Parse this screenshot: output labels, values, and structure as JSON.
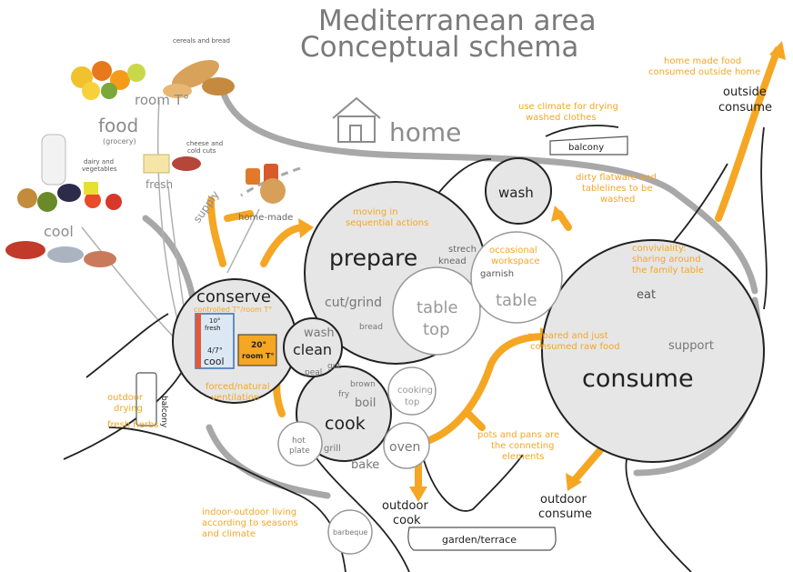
{
  "title": {
    "line1": "Mediterranean area",
    "line2": "Conceptual schema"
  },
  "colors": {
    "orange": "#f5a623",
    "gray": "#a8a8a8",
    "dark": "#222222",
    "mid": "#9a9a9a",
    "circle_fill": "#e6e6e6",
    "text_gray": "#8c8c8c"
  },
  "labels": {
    "room_t": "room T°",
    "cereals_bread": "cereals and bread",
    "food": "food",
    "grocery": "(grocery)",
    "cheese_cold_cuts_1": "cheese and",
    "cheese_cold_cuts_2": "cold cuts",
    "dairy_veg_1": "dairy and",
    "dairy_veg_2": "vegetables",
    "fresh": "fresh",
    "supply": "supply",
    "home_made": "home-made",
    "cool": "cool",
    "home": "home",
    "use_climate_1": "use climate for drying",
    "use_climate_2": "washed clothes",
    "balcony_top": "balcony",
    "home_food_1": "home made food",
    "home_food_2": "consumed outside home",
    "outside_consume_1": "outside",
    "outside_consume_2": "consume",
    "wash": "wash",
    "dirty_1": "dirty flatware and",
    "dirty_2": "tablelines to be",
    "dirty_3": "washed",
    "moving_1": "moving in",
    "moving_2": "sequential actions",
    "prepare": "prepare",
    "strech": "strech",
    "knead": "knead",
    "occasional_1": "occasional",
    "occasional_2": "workspace",
    "garnish": "garnish",
    "conviviality_1": "conviviality:",
    "conviviality_2": "sharing around",
    "conviviality_3": "the family table",
    "eat": "eat",
    "cut_grind": "cut/grind",
    "table_top_1": "table",
    "table_top_2": "top",
    "table": "table",
    "bread": "bread",
    "conserve": "conserve",
    "conserve_sub": "controlled T°/room T°",
    "fridge_10": "10°",
    "fridge_fresh": "fresh",
    "fridge_4_7": "4/7°",
    "fridge_cool": "cool",
    "room_box_1": "20°",
    "room_box_2": "room T°",
    "wash_small": "wash",
    "clean": "clean",
    "gut": "gut",
    "peal": "peal",
    "prepared_raw_1": "prepared and just",
    "prepared_raw_2": "consumed raw food",
    "support": "support",
    "consume": "consume",
    "forced_1": "forced/natural",
    "forced_2": "ventilation",
    "outdoor_drying_1": "outdoor",
    "outdoor_drying_2": "drying",
    "fresh_herbs": "fresh herbs",
    "balcony_side": "balcony",
    "brown": "brown",
    "fry": "fry",
    "boil": "boil",
    "cooking_top_1": "cooking",
    "cooking_top_2": "top",
    "cook": "cook",
    "hot_plate_1": "hot",
    "hot_plate_2": "plate",
    "grill": "grill",
    "bake": "bake",
    "oven": "oven",
    "pots_1": "pots and pans are",
    "pots_2": "the conneting",
    "pots_3": "elements",
    "outdoor_cook_1": "outdoor",
    "outdoor_cook_2": "cook",
    "outdoor_consume_1": "outdoor",
    "outdoor_consume_2": "consume",
    "indoor_1": "indoor-outdoor living",
    "indoor_2": "according to seasons",
    "indoor_3": "and climate",
    "barbeque": "barbeque",
    "garden_terrace": "garden/terrace"
  }
}
